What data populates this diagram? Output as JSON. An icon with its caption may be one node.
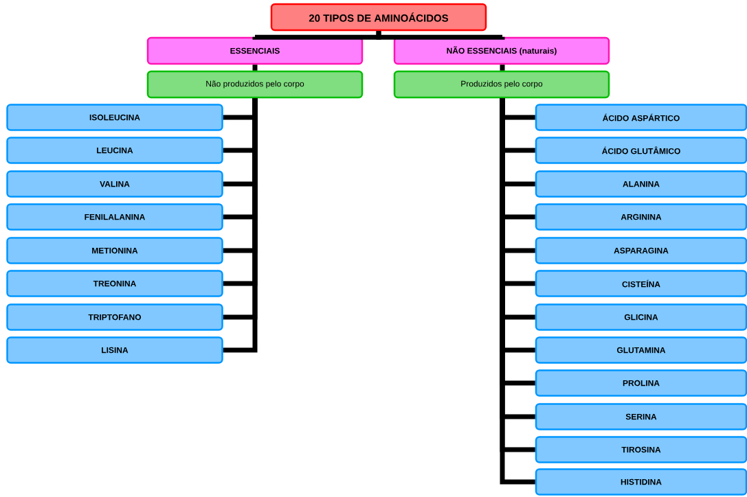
{
  "diagram": {
    "nodes": [
      {
        "text": [
          "20 TIPOS DE AMINOÁCIDOS"
        ]
      },
      {
        "text": [
          "ESSENCIAIS"
        ]
      },
      {
        "text": [
          "NÃO ESSENCIAIS (naturais)"
        ]
      },
      {
        "text": [
          "Não produzidos pelo corpo"
        ]
      },
      {
        "text": [
          "Produzidos pelo corpo"
        ]
      },
      {
        "text": [
          "ISOLEUCINA"
        ]
      },
      {
        "text": [
          "LEUCINA"
        ]
      },
      {
        "text": [
          "VALINA"
        ]
      },
      {
        "text": [
          "FENILALANINA"
        ]
      },
      {
        "text": [
          "METIONINA"
        ]
      },
      {
        "text": [
          "TREONINA"
        ]
      },
      {
        "text": [
          "TRIPTOFANO"
        ]
      },
      {
        "text": [
          "LISINA"
        ]
      },
      {
        "text": [
          "ÁCIDO ASPÁRTICO"
        ]
      },
      {
        "text": [
          "ÁCIDO GLUTÂMICO"
        ]
      },
      {
        "text": [
          "ALANINA"
        ]
      },
      {
        "text": [
          "ARGININA"
        ]
      },
      {
        "text": [
          "ASPARAGINA"
        ]
      },
      {
        "text": [
          "CISTEÍNA"
        ]
      },
      {
        "text": [
          "GLICINA"
        ]
      },
      {
        "text": [
          "GLUTAMINA"
        ]
      },
      {
        "text": [
          "PROLINA"
        ]
      },
      {
        "text": [
          "SERINA"
        ]
      },
      {
        "text": [
          "TIROSINA"
        ]
      },
      {
        "text": [
          "HISTIDINA"
        ]
      }
    ],
    "edges": [
      {
        "from": 0,
        "to": 1,
        "arrow": "none"
      },
      {
        "from": 0,
        "to": 2,
        "arrow": "none"
      },
      {
        "from": 1,
        "to": 3,
        "arrow": "none"
      },
      {
        "from": 2,
        "to": 4,
        "arrow": "none"
      },
      {
        "from": 3,
        "to": 5,
        "arrow": "none"
      },
      {
        "from": 3,
        "to": 6,
        "arrow": "none"
      },
      {
        "from": 3,
        "to": 7,
        "arrow": "none"
      },
      {
        "from": 3,
        "to": 8,
        "arrow": "none"
      },
      {
        "from": 3,
        "to": 9,
        "arrow": "none"
      },
      {
        "from": 3,
        "to": 10,
        "arrow": "none"
      },
      {
        "from": 3,
        "to": 11,
        "arrow": "none"
      },
      {
        "from": 3,
        "to": 12,
        "arrow": "none"
      },
      {
        "from": 4,
        "to": 13,
        "arrow": "none"
      },
      {
        "from": 4,
        "to": 14,
        "arrow": "none"
      },
      {
        "from": 4,
        "to": 15,
        "arrow": "none"
      },
      {
        "from": 4,
        "to": 16,
        "arrow": "none"
      },
      {
        "from": 4,
        "to": 17,
        "arrow": "none"
      },
      {
        "from": 4,
        "to": 18,
        "arrow": "none"
      },
      {
        "from": 4,
        "to": 19,
        "arrow": "none"
      },
      {
        "from": 4,
        "to": 20,
        "arrow": "none"
      },
      {
        "from": 4,
        "to": 21,
        "arrow": "none"
      },
      {
        "from": 4,
        "to": 22,
        "arrow": "none"
      },
      {
        "from": 4,
        "to": 23,
        "arrow": "none"
      },
      {
        "from": 4,
        "to": 24,
        "arrow": "none"
      }
    ]
  }
}
